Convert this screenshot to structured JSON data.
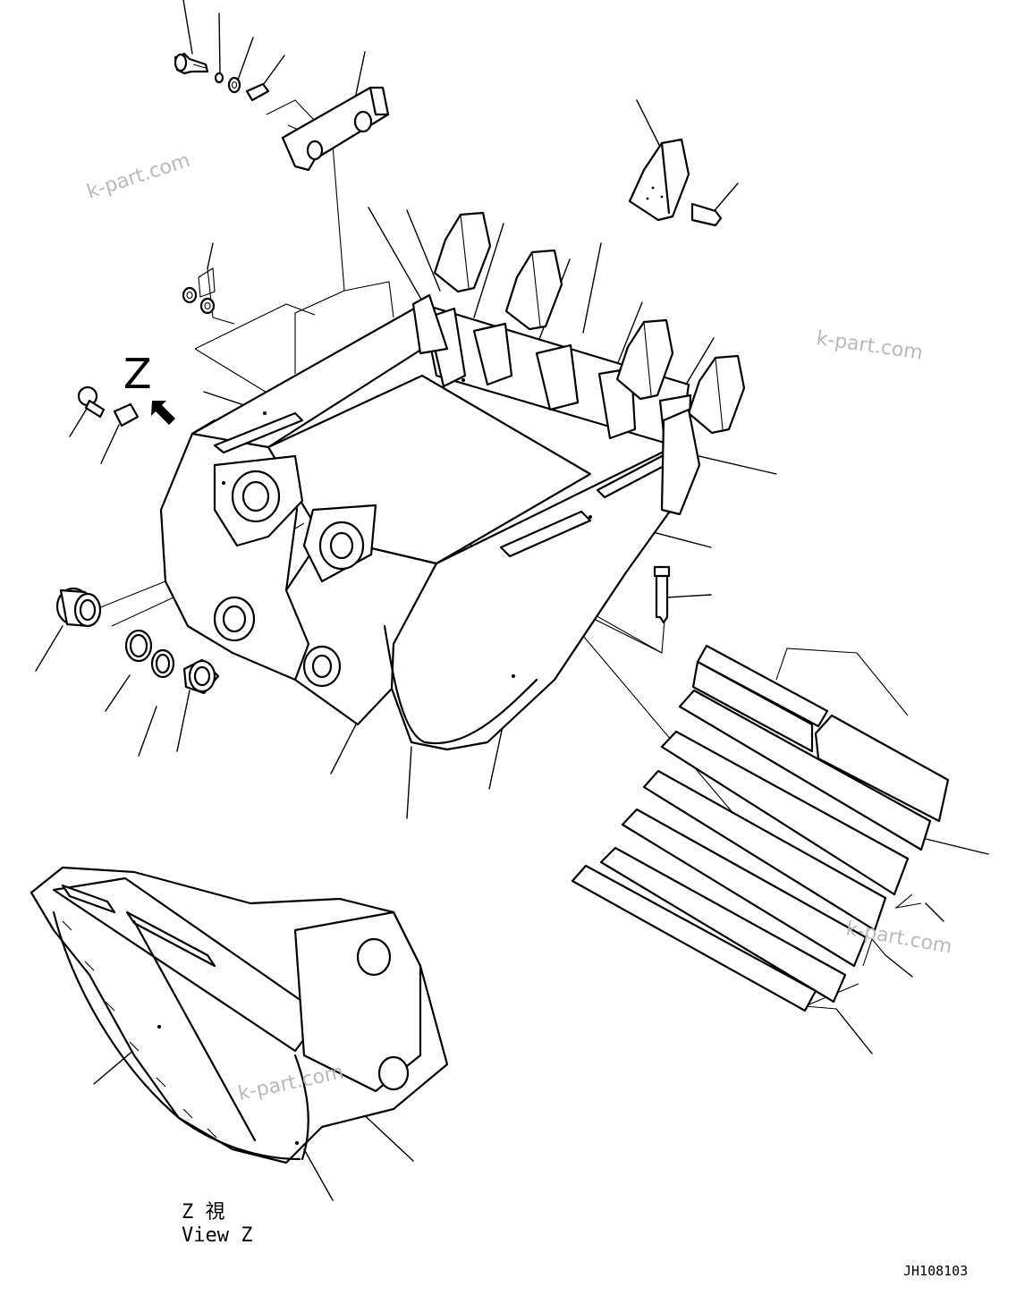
{
  "watermark": "k-part.com",
  "view_marker": "Z",
  "view_caption_jp": "Z 視",
  "view_caption_en": "View Z",
  "drawing_code": "JH108103"
}
